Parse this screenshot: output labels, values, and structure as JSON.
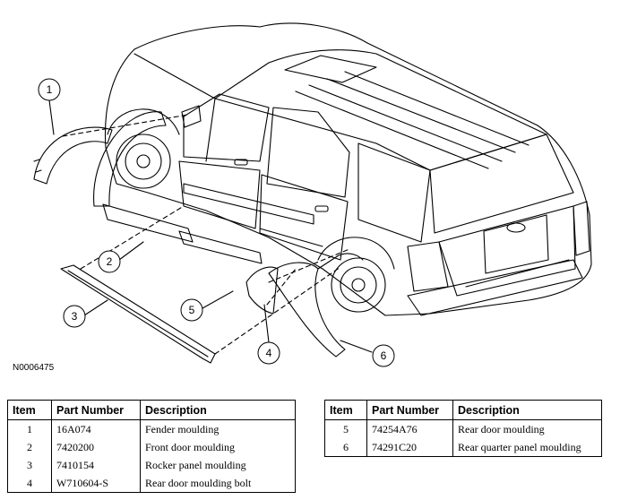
{
  "figure_id": "N0006475",
  "callouts": [
    "1",
    "2",
    "3",
    "4",
    "5",
    "6"
  ],
  "table_left": {
    "headers": [
      "Item",
      "Part Number",
      "Description"
    ],
    "rows": [
      {
        "item": "1",
        "part": "16A074",
        "desc": "Fender moulding"
      },
      {
        "item": "2",
        "part": "7420200",
        "desc": "Front door moulding"
      },
      {
        "item": "3",
        "part": "7410154",
        "desc": "Rocker panel moulding"
      },
      {
        "item": "4",
        "part": "W710604-S",
        "desc": "Rear door moulding bolt"
      }
    ]
  },
  "table_right": {
    "headers": [
      "Item",
      "Part Number",
      "Description"
    ],
    "rows": [
      {
        "item": "5",
        "part": "74254A76",
        "desc": "Rear door moulding"
      },
      {
        "item": "6",
        "part": "74291C20",
        "desc": "Rear quarter panel moulding"
      }
    ]
  }
}
